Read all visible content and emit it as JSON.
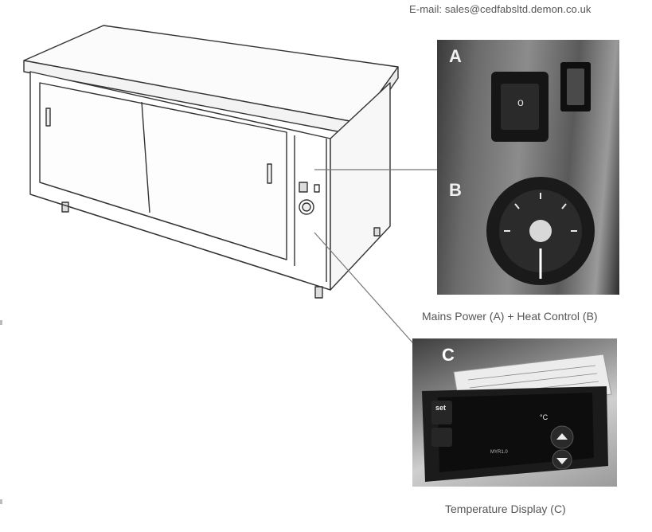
{
  "header": {
    "email": "E-mail: sales@cedfabsltd.demon.co.uk"
  },
  "photo_ab": {
    "label_a": "A",
    "label_b": "B",
    "caption": "Mains Power (A) + Heat Control (B)"
  },
  "photo_c": {
    "label_c": "C",
    "controller_set": "set",
    "controller_brand": "MYR1.0",
    "controller_unit": "°C",
    "caption": "Temperature Display (C)"
  }
}
